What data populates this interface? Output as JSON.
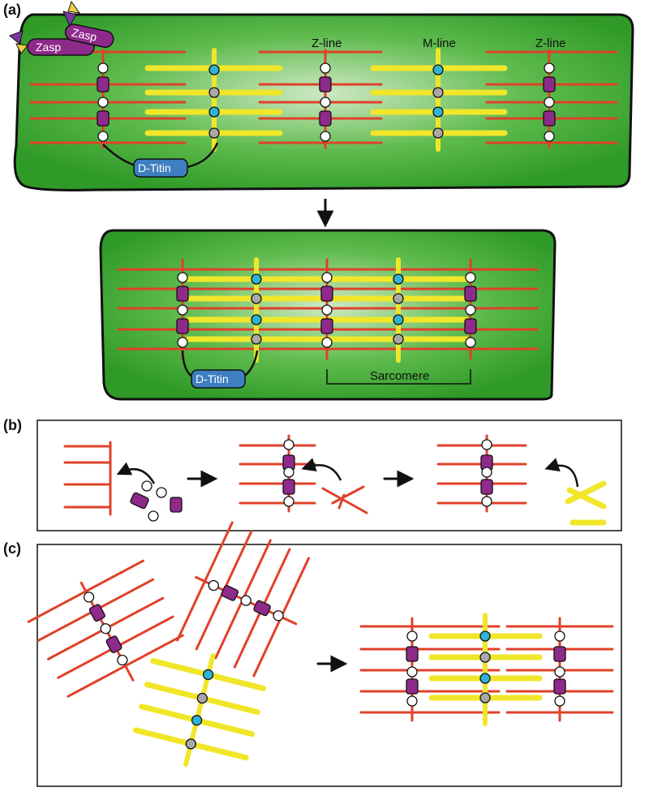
{
  "panels": {
    "a": {
      "letter": "(a)"
    },
    "b": {
      "letter": "(b)"
    },
    "c": {
      "letter": "(c)"
    }
  },
  "labels": {
    "zasp_1": "Zasp",
    "zasp_2": "Zasp",
    "z_line_1": "Z-line",
    "m_line": "M-line",
    "z_line_2": "Z-line",
    "d_titin_top": "D-Titin",
    "d_titin_bottom": "D-Titin",
    "sarcomere": "Sarcomere"
  },
  "colors": {
    "actin": "#e0412a",
    "myosin": "#f0e62a",
    "zasp_purple": "#8e2a8a",
    "alpha_actinin_cyan": "#2fb2d6",
    "m_line_gray": "#a8a8a8",
    "titin_blue": "#3e7fc1",
    "cell_green": "#3aa62e",
    "cell_center": "#cfe9c4"
  }
}
